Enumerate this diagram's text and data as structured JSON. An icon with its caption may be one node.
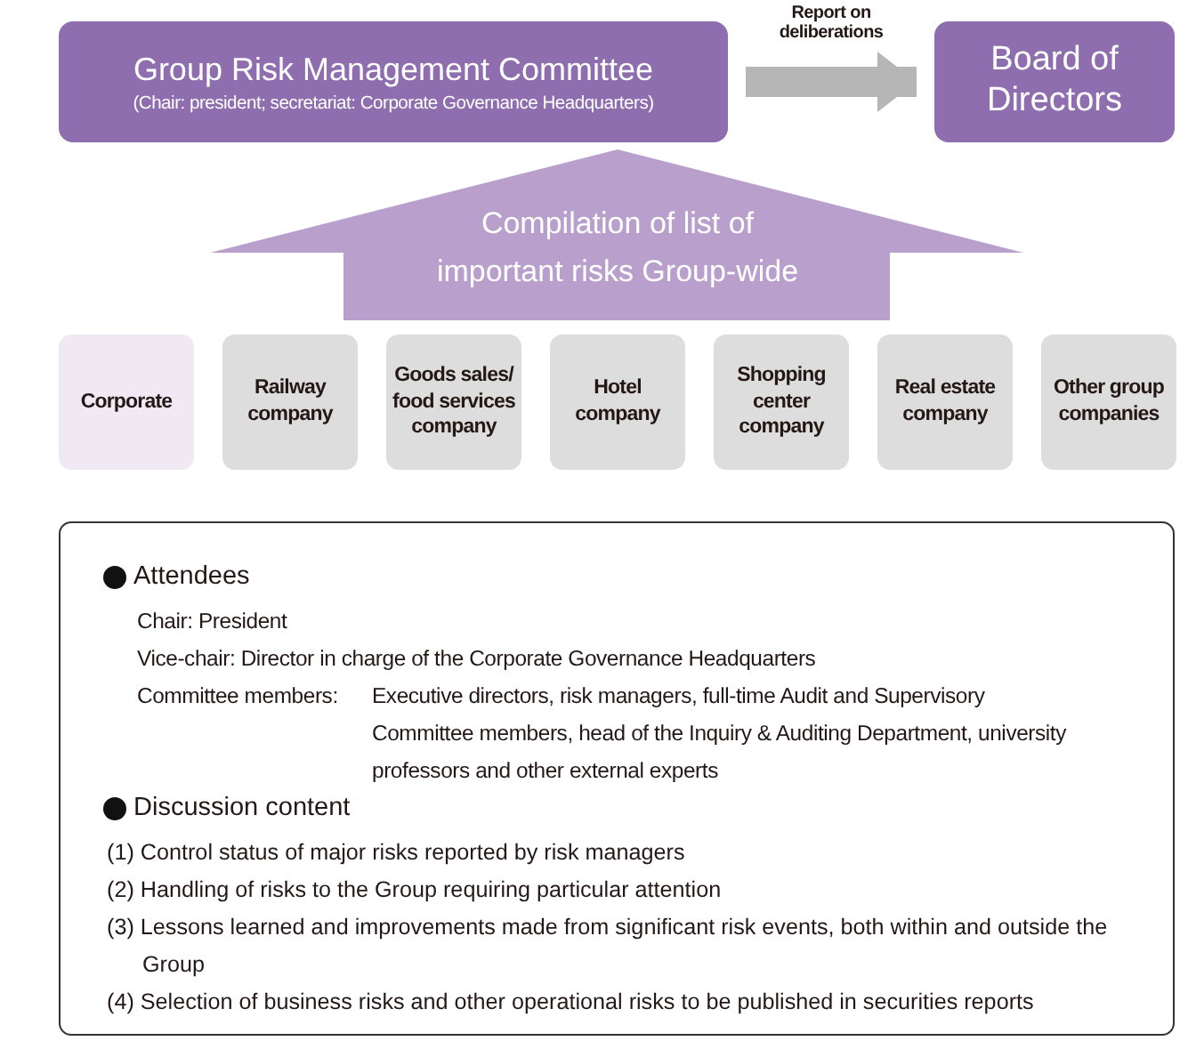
{
  "diagram": {
    "nodes": [
      {
        "text": [
          "Group Risk Management Committee",
          "(Chair: president; secretariat: Corporate Governance Headquarters)"
        ]
      },
      {
        "text": [
          "Board of Directors"
        ]
      },
      {
        "text": [
          "Compilation of list of important risks Group-wide"
        ]
      },
      {
        "text": [
          "Corporate"
        ]
      },
      {
        "text": [
          "Railway company"
        ]
      },
      {
        "text": [
          "Goods sales/ food services company"
        ]
      },
      {
        "text": [
          "Hotel company"
        ]
      },
      {
        "text": [
          "Shopping center company"
        ]
      },
      {
        "text": [
          "Real estate company"
        ]
      },
      {
        "text": [
          "Other group companies"
        ]
      },
      {
        "text": [
          "Attendees",
          "Chair: President",
          "Vice-chair: Director in charge of the Corporate Governance Headquarters",
          "Committee members:",
          "Executive directors, risk managers, full-time Audit and Supervisory Committee members, head of the Inquiry & Auditing Department, university professors and other external experts",
          "Discussion content",
          "(1) Control status of major risks reported by risk managers",
          "(2) Handling of risks to the Group requiring particular attention",
          "(3) Lessons learned and improvements made from significant risk events, both within and outside the Group",
          "(4) Selection of business risks and other operational risks to be published in securities reports"
        ]
      }
    ],
    "edges": [
      {
        "from": 0,
        "to": 1,
        "arrow": "to",
        "label": "Report on deliberations"
      }
    ]
  }
}
